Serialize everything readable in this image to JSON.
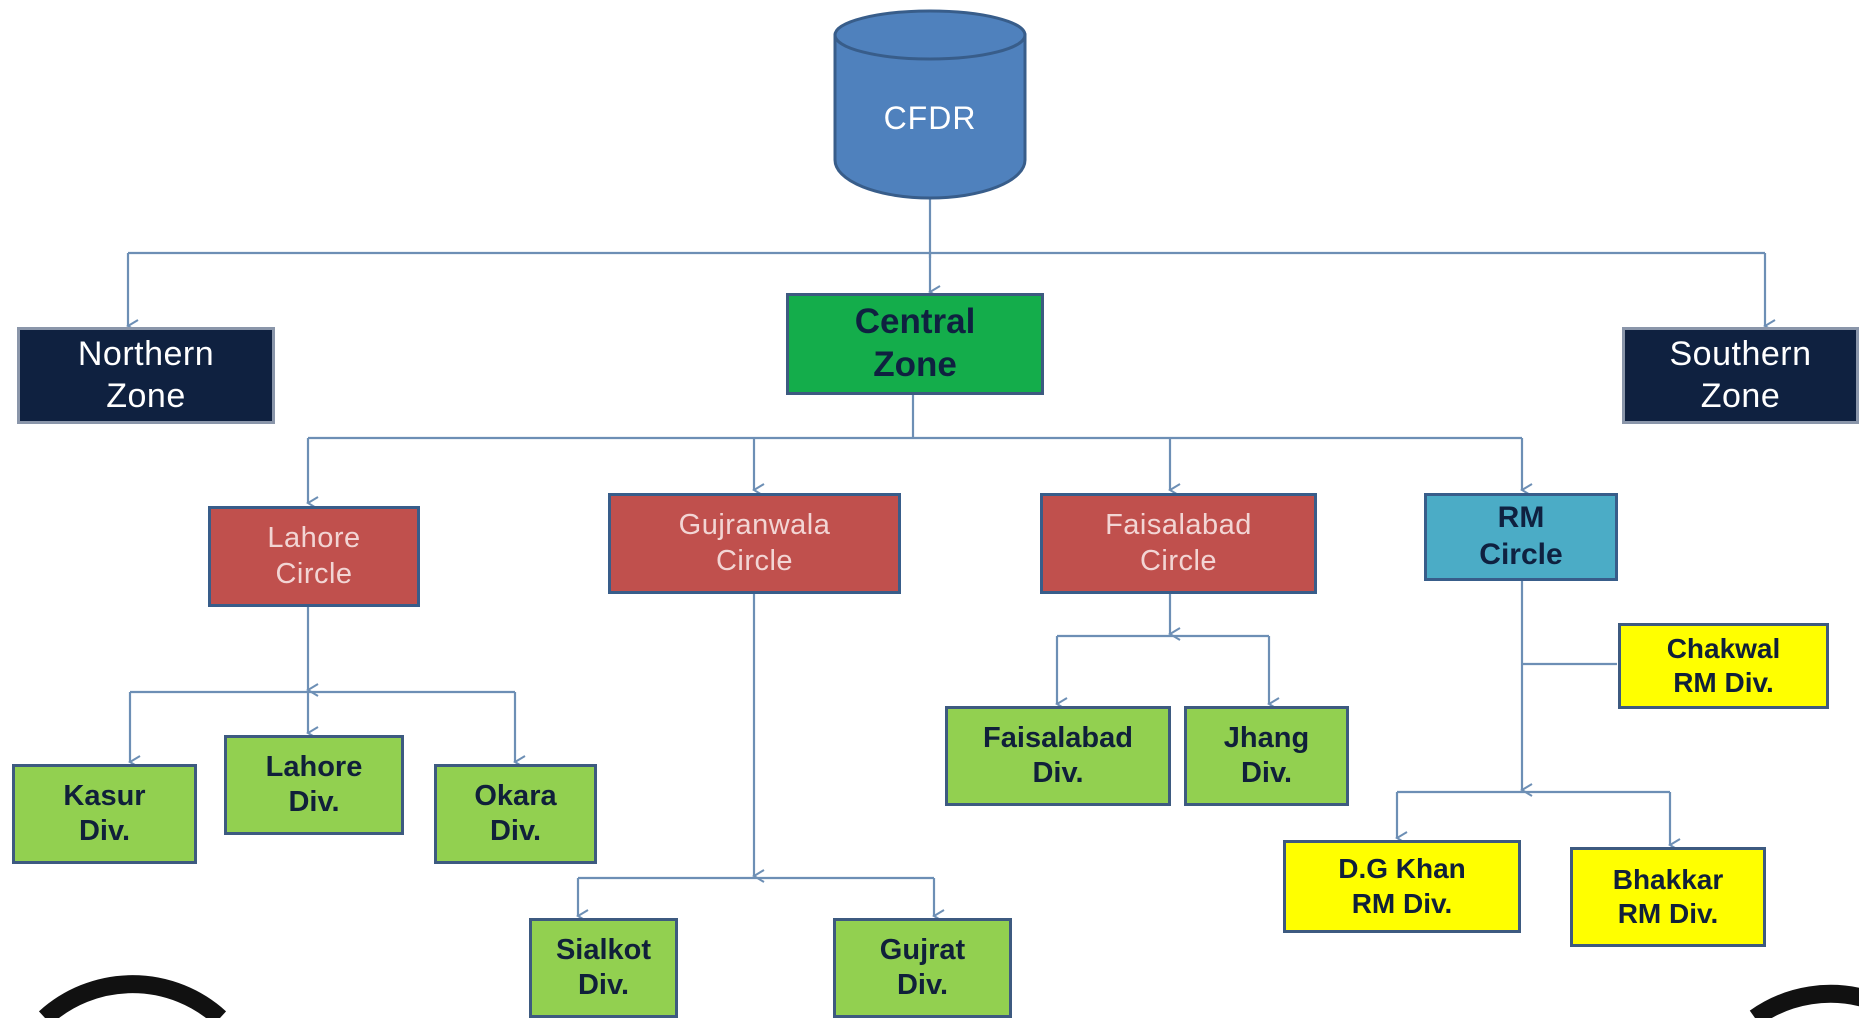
{
  "root": {
    "label": "CFDR"
  },
  "zones": {
    "northern": [
      "Northern",
      "Zone"
    ],
    "central": [
      "Central",
      "Zone"
    ],
    "southern": [
      "Southern",
      "Zone"
    ]
  },
  "circles": {
    "lahore": [
      "Lahore",
      "Circle"
    ],
    "gujranwala": [
      "Gujranwala",
      "Circle"
    ],
    "faisalabad": [
      "Faisalabad",
      "Circle"
    ],
    "rm": [
      "RM",
      "Circle"
    ]
  },
  "divisions": {
    "kasur": [
      "Kasur",
      "Div."
    ],
    "lahore": [
      "Lahore",
      "Div."
    ],
    "okara": [
      "Okara",
      "Div."
    ],
    "sialkot": [
      "Sialkot",
      "Div."
    ],
    "gujrat": [
      "Gujrat",
      "Div."
    ],
    "faisalabad": [
      "Faisalabad",
      "Div."
    ],
    "jhang": [
      "Jhang",
      "Div."
    ]
  },
  "rm_divisions": {
    "chakwal": [
      "Chakwal",
      "RM Div."
    ],
    "dgkhan": [
      "D.G Khan",
      "RM Div."
    ],
    "bhakkar": [
      "Bhakkar",
      "RM Div."
    ]
  },
  "colors": {
    "connector": "#6d8fb5",
    "cylinder": "#4f81bd",
    "dark_zone": "#0f2140",
    "central_zone": "#14ad4b",
    "circle_red": "#c0504d",
    "circle_blue": "#4bacc6",
    "division_green": "#92d050",
    "rm_division_yellow": "#ffff00"
  }
}
